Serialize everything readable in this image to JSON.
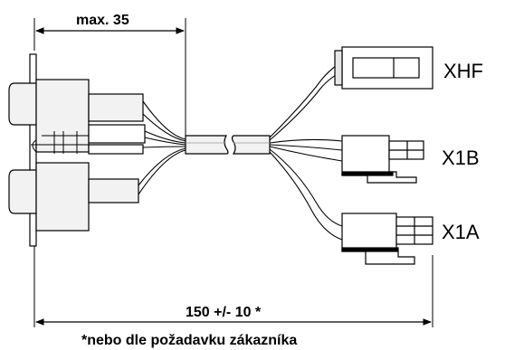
{
  "dimensions": {
    "max_depth": "max. 35",
    "total_length": "150 +/- 10 *",
    "footnote": "*nebo dle požadavku zákazníka"
  },
  "connectors": {
    "xhf": "XHF",
    "x1b": "X1B",
    "x1a": "X1A"
  },
  "colors": {
    "line": "#000000",
    "background": "#ffffff",
    "fill_light": "#f2f2f2",
    "fill_mid": "#e6e6e6"
  }
}
